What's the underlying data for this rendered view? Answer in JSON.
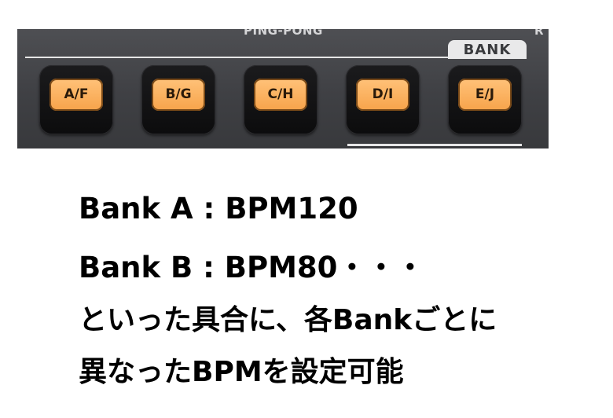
{
  "panel": {
    "title": "PING-PONG",
    "edge_label": "R",
    "bank_label": "BANK",
    "pads": [
      {
        "label": "A/F"
      },
      {
        "label": "B/G"
      },
      {
        "label": "C/H"
      },
      {
        "label": "D/I"
      },
      {
        "label": "E/J"
      }
    ],
    "colors": {
      "pad_light": "#f7a34a",
      "panel_bg": "#444548"
    }
  },
  "caption": {
    "line1": "Bank A : BPM120",
    "line2": "Bank B : BPM80・・・",
    "line3": "といった具合に、各Bankごとに",
    "line4": "異なったBPMを設定可能"
  }
}
